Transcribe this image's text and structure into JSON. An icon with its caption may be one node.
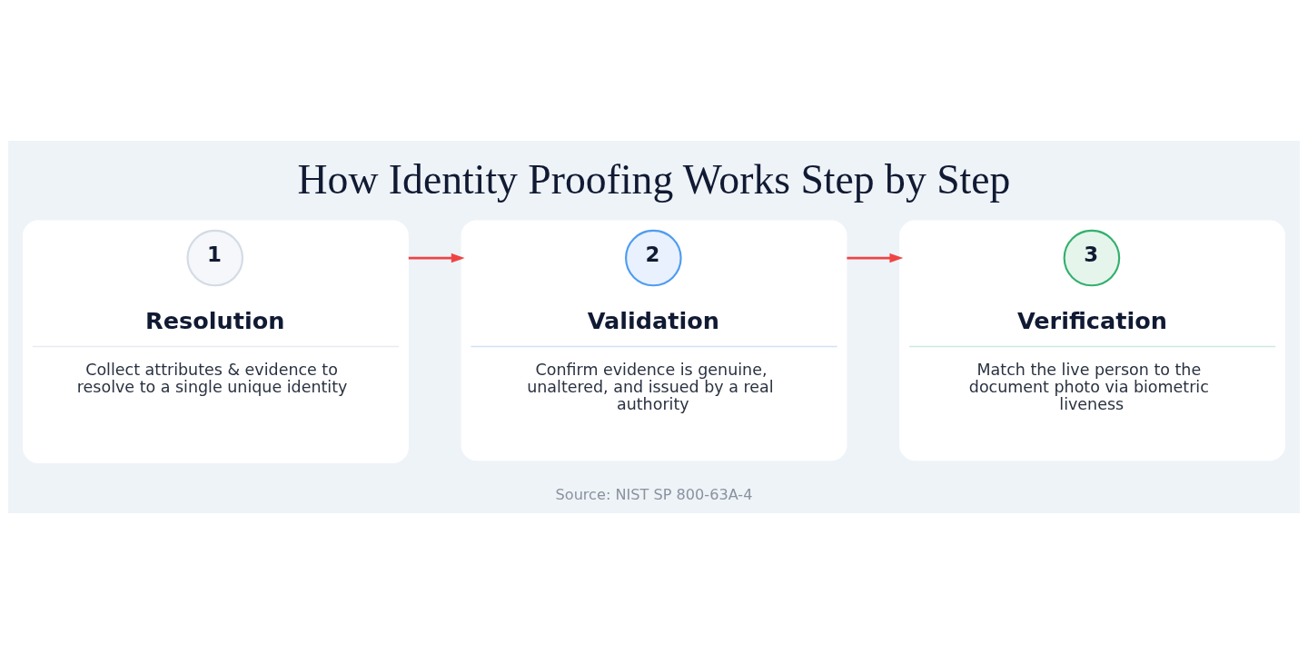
{
  "diagram": {
    "title": "How Identity Proofing Works Step by Step",
    "caption": "Source: NIST SP 800-63A-4",
    "nodes": [
      {
        "text": [
          "Resolution",
          "Collect attributes & evidence to resolve to a single unique identity"
        ]
      },
      {
        "text": [
          "1"
        ],
        "in": 0
      },
      {
        "text": [
          "Validation",
          "Confirm evidence is genuine, unaltered, and issued by a real authority"
        ]
      },
      {
        "text": [
          "2"
        ],
        "in": 2
      },
      {
        "text": [
          "Verification",
          "Match the live person to the document photo via biometric liveness"
        ]
      },
      {
        "text": [
          "3"
        ],
        "in": 4
      }
    ],
    "edges": [
      {
        "from": 0,
        "to": 2,
        "arrow": "to"
      },
      {
        "from": 2,
        "to": 4,
        "arrow": "to"
      }
    ]
  }
}
